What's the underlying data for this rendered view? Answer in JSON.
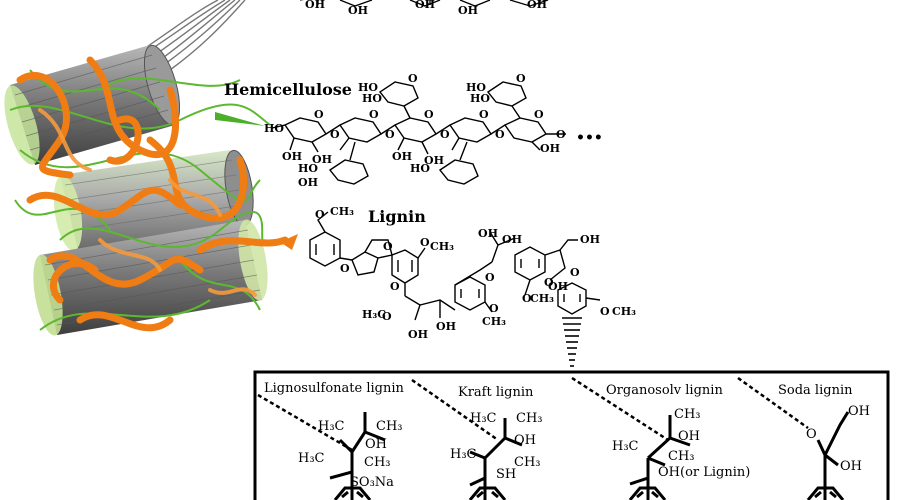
{
  "labels": {
    "hemicellulose": "Hemicellulose",
    "lignin": "Lignin",
    "ellipsis": "•••"
  },
  "types": [
    {
      "name": "Lignosulfonate lignin",
      "groups": [
        "H₃C",
        "CH₃",
        "OH",
        "H₃C",
        "CH₃",
        "SO₃Na"
      ]
    },
    {
      "name": "Kraft lignin",
      "groups": [
        "H₃C",
        "CH₃",
        "OH",
        "H₃C",
        "CH₃",
        "SH"
      ]
    },
    {
      "name": "Organosolv lignin",
      "groups": [
        "CH₃",
        "OH",
        "H₃C",
        "CH₃",
        "OH(or Lignin)"
      ]
    },
    {
      "name": "Soda lignin",
      "groups": [
        "OH",
        "O",
        "OH"
      ]
    }
  ],
  "top_oh": [
    "OH",
    "OH",
    "OH",
    "OH",
    "OH"
  ],
  "hemi_groups": [
    "HO",
    "HO",
    "HO",
    "HO",
    "HO",
    "HO",
    "HO",
    "OH",
    "OH",
    "OH",
    "OH",
    "OH",
    "OH",
    "O",
    "O",
    "O",
    "O",
    "O",
    "O",
    "O",
    "O",
    "O",
    "O",
    "O",
    "O"
  ],
  "lignin_groups": [
    "O",
    "CH₃",
    "O",
    "CH₃",
    "OH",
    "OH",
    "OH",
    "O",
    "O",
    "O",
    "O",
    "O",
    "O",
    "H₃C",
    "OH",
    "OH",
    "CH₃",
    "O",
    "CH₃",
    "O",
    "CH₃",
    "OH",
    "O",
    "O"
  ],
  "colors": {
    "orange": "#f07d14",
    "green": "#5cb82e",
    "lightgreen": "#c8e89a",
    "gray": "#8c8c8c",
    "darkgray": "#4a4a4a"
  }
}
